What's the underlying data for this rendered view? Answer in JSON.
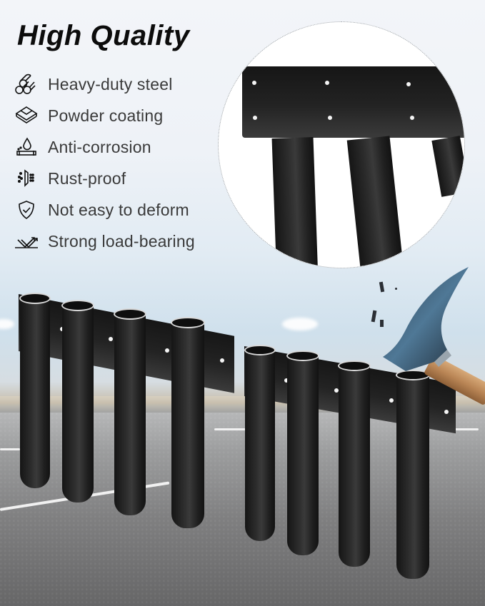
{
  "title": "High Quality",
  "features": [
    {
      "icon": "steel-pipes-icon",
      "label": "Heavy-duty steel"
    },
    {
      "icon": "layers-icon",
      "label": "Powder coating"
    },
    {
      "icon": "water-drop-pipe-icon",
      "label": "Anti-corrosion"
    },
    {
      "icon": "spray-icon",
      "label": "Rust-proof"
    },
    {
      "icon": "shield-check-icon",
      "label": "Not easy to deform"
    },
    {
      "icon": "load-arrows-icon",
      "label": "Strong load-bearing"
    }
  ],
  "scene": {
    "product": "4-tube black steel wall-mounted rod rack",
    "detail_callout": "close-up of mounting plate with 6 screw holes and welded tubes",
    "prop": "claw hammer striking rack"
  },
  "colors": {
    "title_text": "#0c0c0c",
    "feature_text": "#3a3a3a",
    "steel": "#1c1c1c",
    "sky": "#dfe9f2",
    "asphalt": "#7f7f80",
    "hammer_blue": "#3d5a73",
    "handle_wood": "#b98555"
  }
}
